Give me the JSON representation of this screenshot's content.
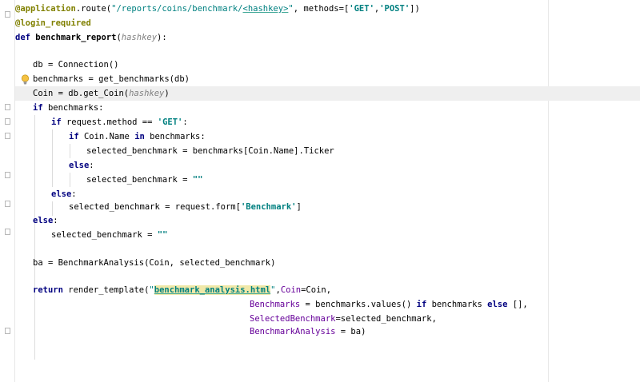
{
  "editor": {
    "lines": {
      "l1": {
        "dec": "@application",
        "t1": ".route(",
        "s1": "\"/reports/coins/benchmark/",
        "s2": "<hashkey>",
        "s3": "\"",
        "t2": ", methods=[",
        "s4": "'GET'",
        "t3": ",",
        "s5": "'POST'",
        "t4": "])"
      },
      "l2": {
        "dec": "@login_required"
      },
      "l3": {
        "kw": "def ",
        "fn": "benchmark_report",
        "t1": "(",
        "par": "hashkey",
        "t2": "):"
      },
      "l5": {
        "t": "db = Connection()"
      },
      "l6": {
        "t": "benchmarks = get_benchmarks(db)"
      },
      "l7": {
        "t1": "Coin = db.get_Coin(",
        "par": "hashkey",
        "t2": ")"
      },
      "l8": {
        "kw": "if ",
        "t": "benchmarks:"
      },
      "l9": {
        "kw1": "if ",
        "t1": "request.method == ",
        "s": "'GET'",
        "t2": ":"
      },
      "l10": {
        "kw1": "if ",
        "t1": "Coin.Name ",
        "kw2": "in ",
        "t2": "benchmarks:"
      },
      "l11": {
        "t": "selected_benchmark = benchmarks[Coin.Name].Ticker"
      },
      "l12": {
        "kw": "else",
        "t": ":"
      },
      "l13": {
        "t": "selected_benchmark = ",
        "s": "\"\""
      },
      "l14": {
        "kw": "else",
        "t": ":"
      },
      "l15": {
        "t1": "selected_benchmark = request.form[",
        "s": "'Benchmark'",
        "t2": "]"
      },
      "l16": {
        "kw": "else",
        "t": ":"
      },
      "l17": {
        "t": "selected_benchmark = ",
        "s": "\"\""
      },
      "l19": {
        "t": "ba = BenchmarkAnalysis(Coin, selected_benchmark)"
      },
      "l21": {
        "kw": "return ",
        "t1": "render_template(",
        "s1": "\"",
        "s2": "benchmark_analysis.html",
        "s3": "\"",
        "t2": ",",
        "p": "Coin",
        "t3": "=Coin,"
      },
      "l22": {
        "p": "Benchmarks",
        "t1": " = benchmarks.values() ",
        "kw1": "if ",
        "t2": "benchmarks ",
        "kw2": "else ",
        "t3": "[],"
      },
      "l23": {
        "p": "SelectedBenchmark",
        "t": "=selected_benchmark,"
      },
      "l24": {
        "p": "BenchmarkAnalysis",
        "t": " = ba)"
      }
    }
  },
  "colors": {
    "decorator": "#808000",
    "keyword": "#000080",
    "string": "#008080",
    "param": "#660099",
    "current_line": "#efefef"
  },
  "icons": {
    "bulb": "lightbulb-icon",
    "fold": "fold-marker-icon"
  }
}
